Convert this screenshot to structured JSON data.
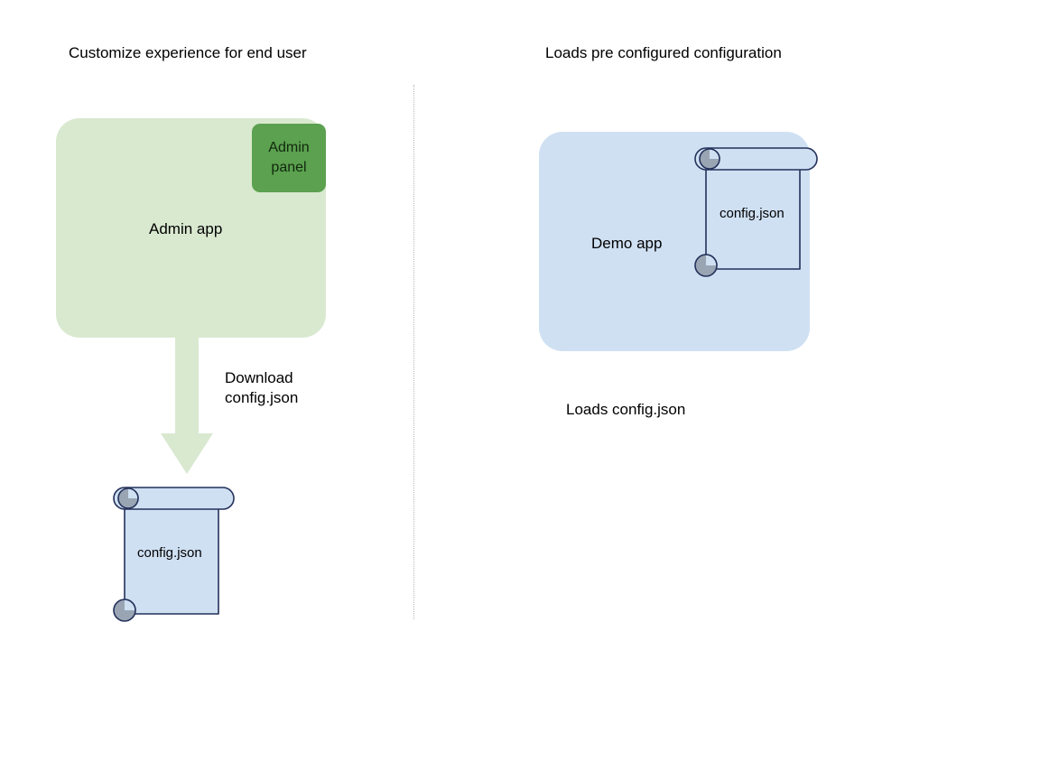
{
  "diagram": {
    "type": "flow-diagram",
    "background_color": "#ffffff",
    "columns": [
      {
        "title": "Customize experience for end user",
        "app": {
          "label": "Admin app",
          "fill": "#d9e9d0",
          "chip": {
            "label": "Admin panel",
            "fill": "#5ba14f"
          }
        },
        "arrow": {
          "label_line1": "Download",
          "label_line2": "config.json",
          "fill": "#d9e9d0"
        },
        "artifact": {
          "label": "config.json",
          "fill": "#cfe0f3",
          "stroke": "#24315a"
        }
      },
      {
        "title": "Loads pre configured configuration",
        "app": {
          "label": "Demo app",
          "fill": "#cfe0f3"
        },
        "artifact": {
          "label": "config.json",
          "fill": "#cfe0f3",
          "stroke": "#24315a"
        },
        "caption": "Loads config.json"
      }
    ]
  },
  "titles": {
    "left": "Customize experience for end user",
    "right": "Loads pre configured configuration"
  },
  "left_column": {
    "app_label": "Admin app",
    "admin_panel_label": "Admin panel",
    "arrow_label_line1": "Download",
    "arrow_label_line2": "config.json",
    "file_label": "config.json"
  },
  "right_column": {
    "app_label": "Demo app",
    "file_label": "config.json",
    "caption": "Loads config.json"
  },
  "colors": {
    "admin_app_fill": "#d9e9d0",
    "admin_panel_fill": "#5ba14f",
    "demo_app_fill": "#cfe0f3",
    "scroll_fill": "#cfe0f3",
    "scroll_stroke": "#24315a",
    "scroll_curl_fill": "#9aa5b4",
    "arrow_fill": "#d9e9d0",
    "divider": "#b9b9bd",
    "text": "#000000"
  }
}
